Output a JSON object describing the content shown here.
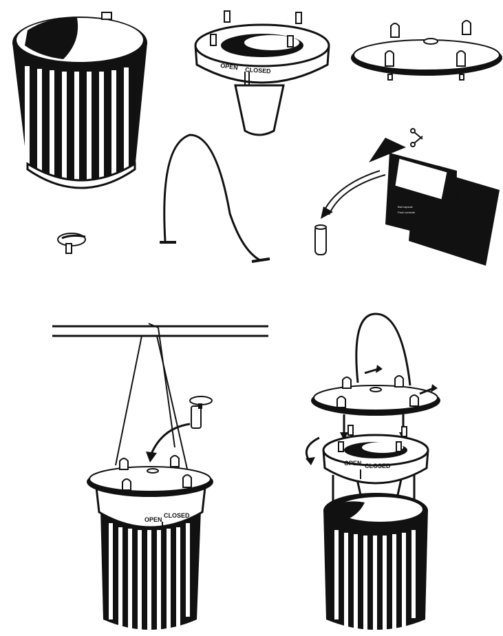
{
  "diagram": {
    "labels": {
      "lid_open": "OPEN",
      "lid_closed": "CLOSED",
      "assembled_open": "OPEN",
      "assembled_closed": "CLOSED",
      "exploded_open": "OPEN",
      "exploded_closed": "CLOSED"
    },
    "packet_text": {
      "line1": "Bait capsule",
      "line2": "Pack contents"
    },
    "colors": {
      "ink": "#111111",
      "paper": "#ffffff"
    }
  }
}
